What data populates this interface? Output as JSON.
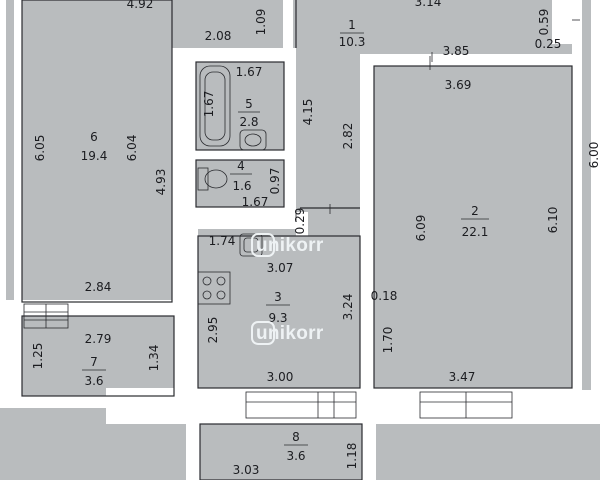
{
  "watermark": "unikorr",
  "rooms": [
    {
      "number": "1",
      "area": "10.3"
    },
    {
      "number": "2",
      "area": "22.1"
    },
    {
      "number": "3",
      "area": "9.3"
    },
    {
      "number": "4",
      "area": "1.6"
    },
    {
      "number": "5",
      "area": "2.8"
    },
    {
      "number": "6",
      "area": "19.4"
    },
    {
      "number": "7",
      "area": "3.6"
    },
    {
      "number": "8",
      "area": "3.6"
    }
  ],
  "dimensions": {
    "top_left": "4.92",
    "top_right": "3.14",
    "corridor_height_top": "1.09",
    "wall_208": "2.08",
    "right_edge_059": "0.59",
    "right_edge_025": "0.25",
    "right_edge_600": "6.00",
    "r2_top_outer": "3.85",
    "r2_top_inner": "3.69",
    "r2_left": "6.09",
    "r2_right": "6.10",
    "r2_bottom": "3.47",
    "corr_282": "2.82",
    "bath_top": "1.67",
    "bath_left": "1.67",
    "bath_right": "4.15",
    "wc_right": "0.97",
    "wc_bottom": "1.67",
    "r6_left": "6.05",
    "r6_right": "6.04",
    "r6_bottom": "2.84",
    "hall_493": "4.93",
    "k_029": "0.29",
    "k_top_left": "1.74",
    "k_top": "3.07",
    "k_left": "2.95",
    "k_right": "3.24",
    "k_bottom": "3.00",
    "door_018": "0.18",
    "door_170": "1.70",
    "b7_top": "2.79",
    "b7_left": "1.25",
    "b7_right": "1.34",
    "b8_bottom": "3.03",
    "b8_right": "1.18"
  }
}
